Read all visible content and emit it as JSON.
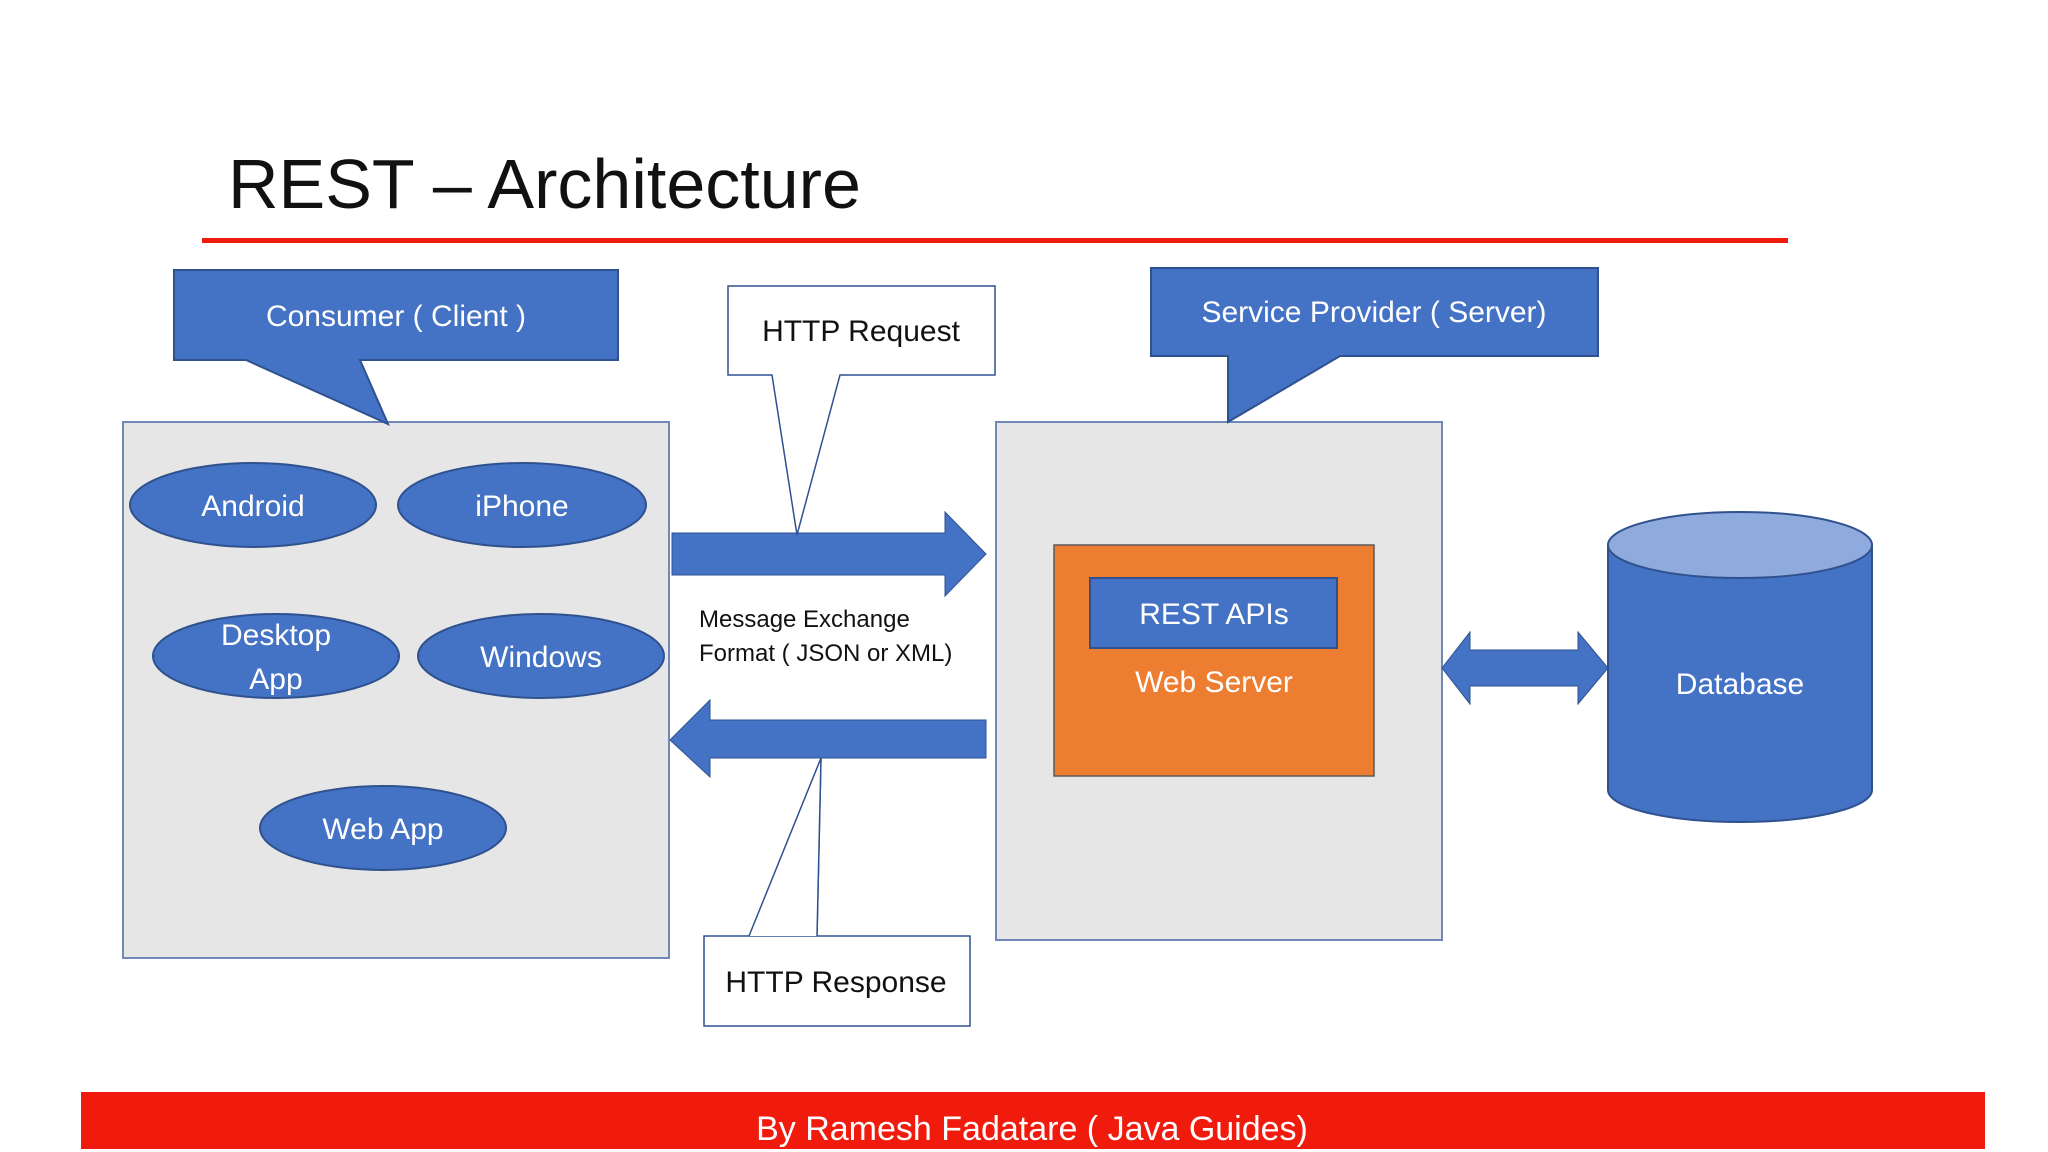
{
  "title": "REST – Architecture",
  "callouts": {
    "consumer": "Consumer ( Client )",
    "provider": "Service Provider ( Server)",
    "request": "HTTP Request",
    "response": "HTTP Response"
  },
  "clients": {
    "android": "Android",
    "iphone": "iPhone",
    "desktop_line1": "Desktop",
    "desktop_line2": "App",
    "windows": "Windows",
    "webapp": "Web App"
  },
  "message": {
    "line1": "Message Exchange",
    "line2": "Format ( JSON or XML)"
  },
  "server": {
    "rest_apis": "REST APIs",
    "web_server": "Web Server"
  },
  "database": "Database",
  "footer": "By Ramesh Fadatare ( Java Guides)",
  "colors": {
    "blue": "#4472C4",
    "orange": "#ED7D31",
    "red": "#F01A0D",
    "panel": "#E6E6E6"
  }
}
